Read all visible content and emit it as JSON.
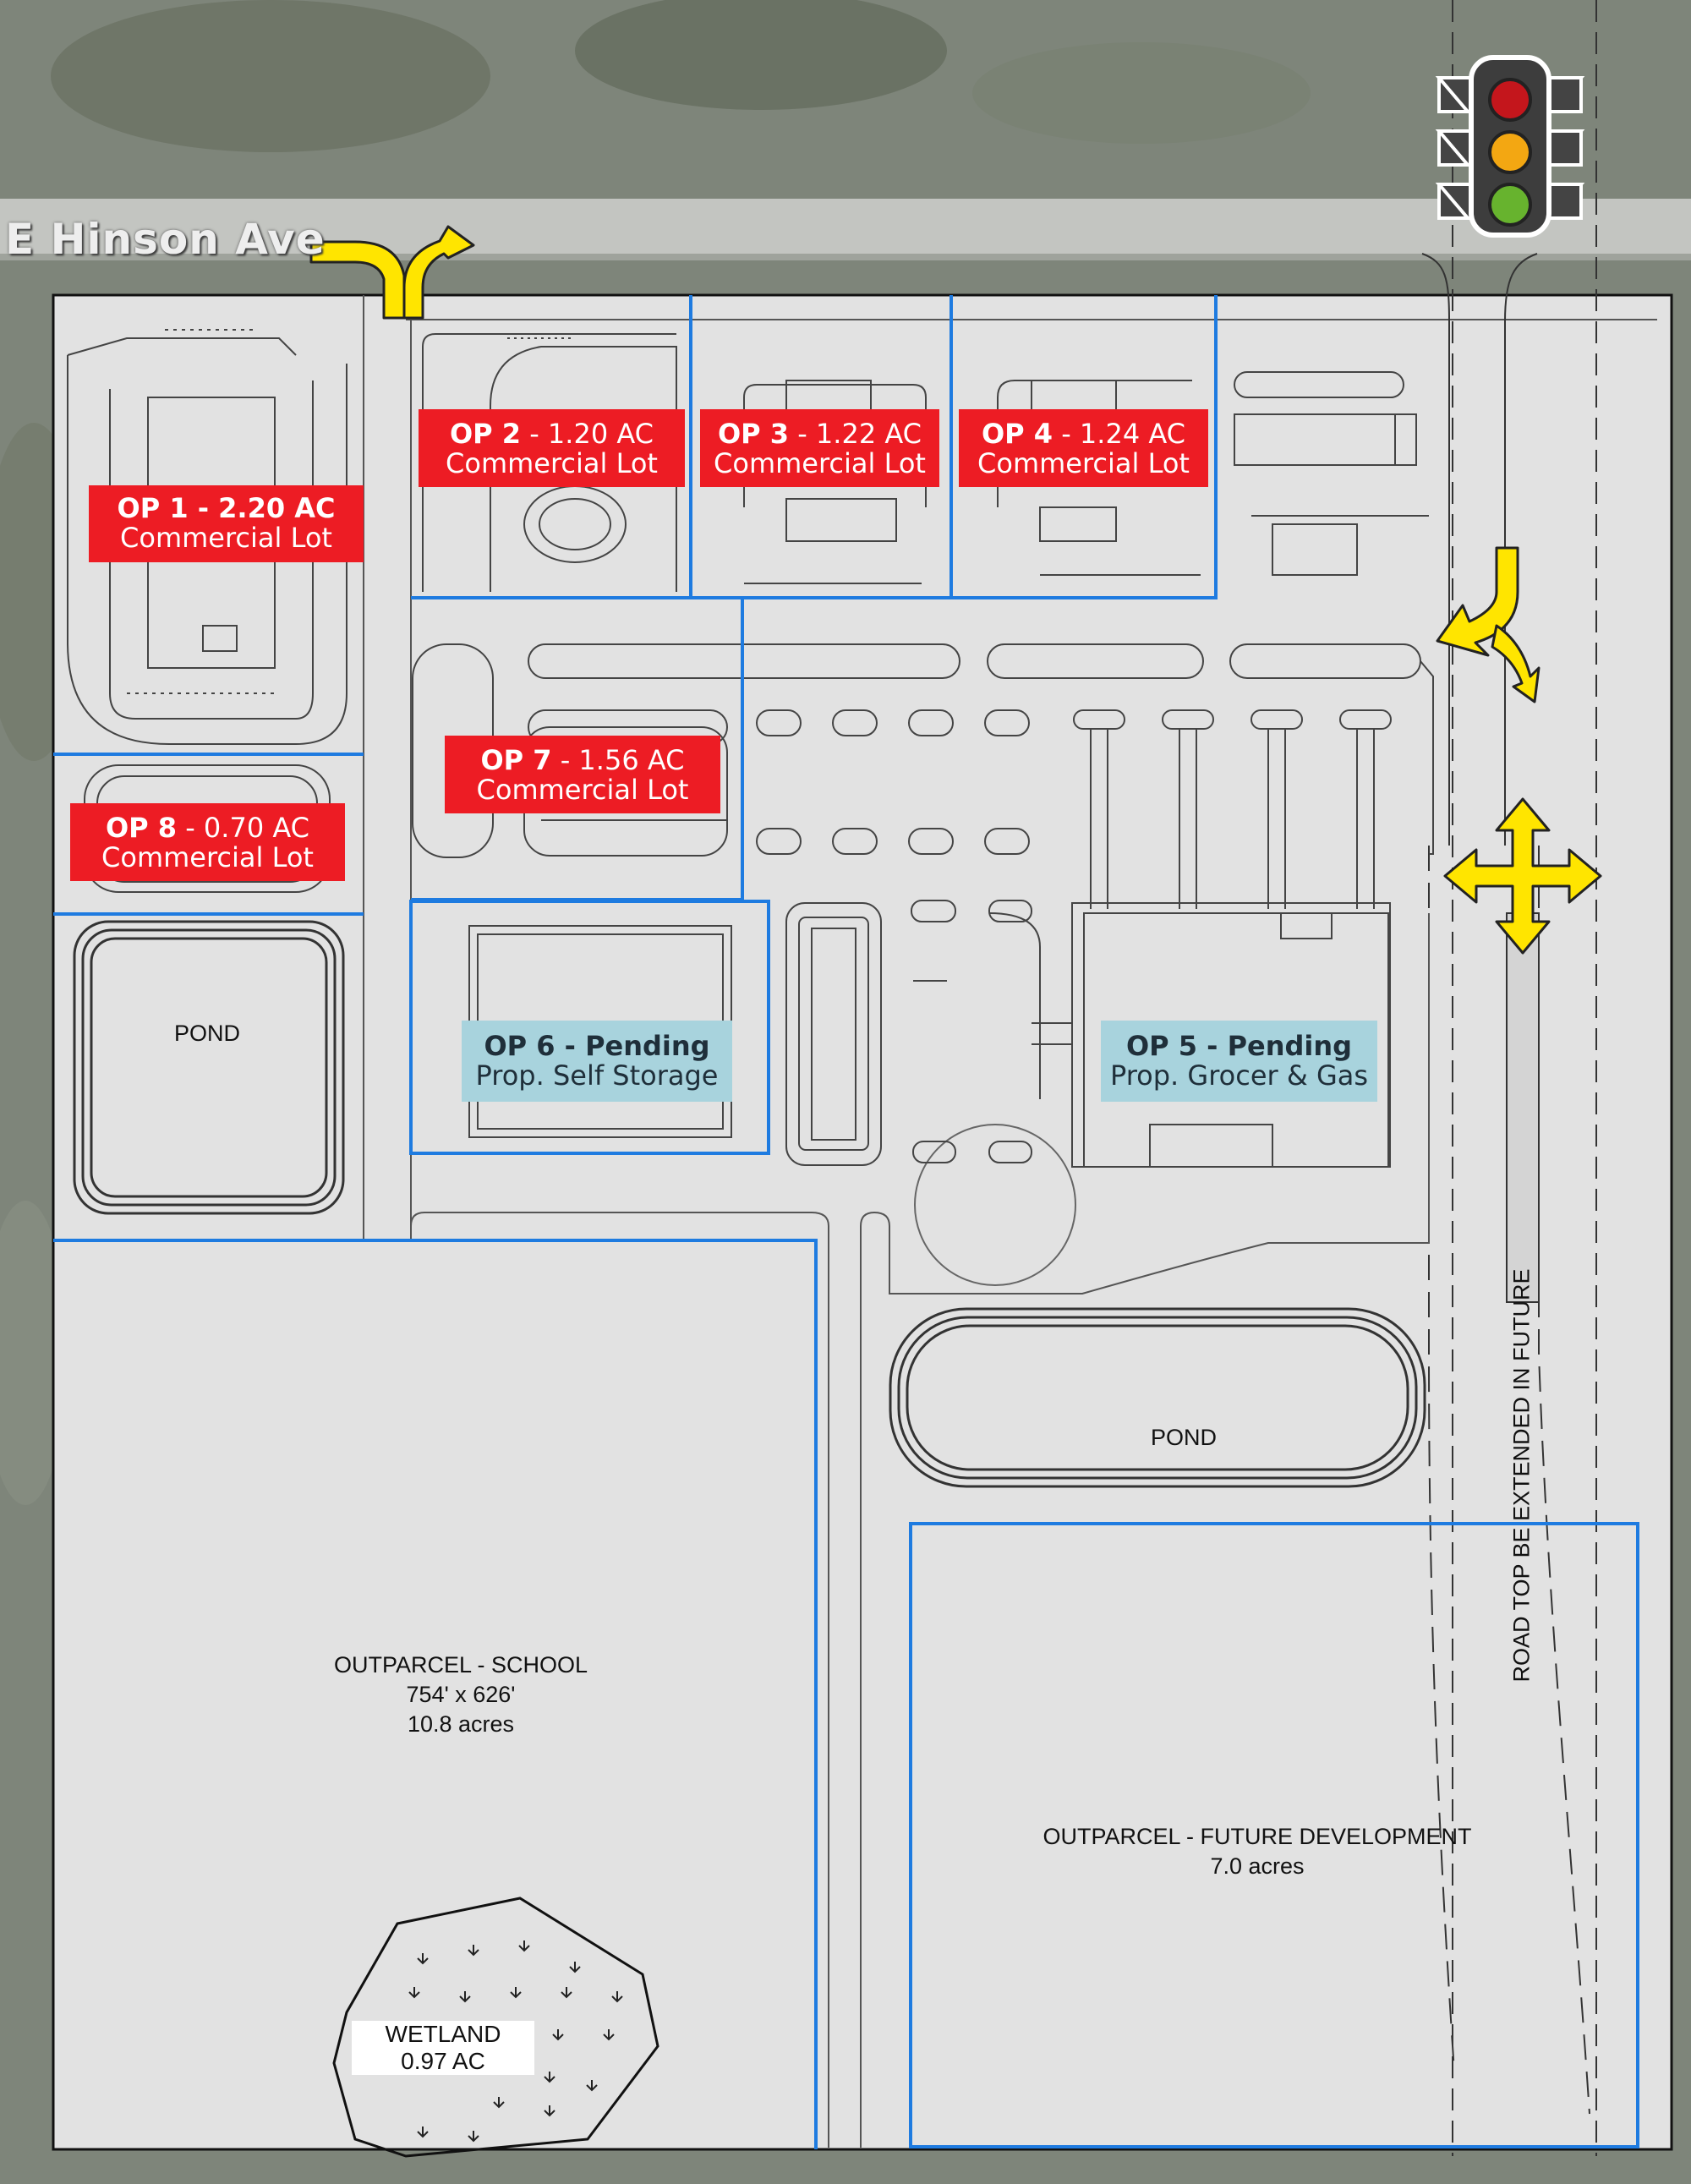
{
  "street_name": "E Hinson Ave",
  "road_note": "ROAD TOP BE EXTENDED IN FUTURE",
  "parcels": {
    "op1": {
      "title": "OP 1 - 2.20 AC",
      "subtitle": "Commercial Lot",
      "status": "sale"
    },
    "op2": {
      "id": "OP 2",
      "size": " - 1.20 AC",
      "subtitle": "Commercial Lot",
      "status": "sale"
    },
    "op3": {
      "id": "OP 3",
      "size": " - 1.22 AC",
      "subtitle": "Commercial Lot",
      "status": "sale"
    },
    "op4": {
      "id": "OP 4",
      "size": " - 1.24 AC",
      "subtitle": "Commercial Lot",
      "status": "sale"
    },
    "op5": {
      "title": "OP 5 - Pending",
      "subtitle": "Prop. Grocer & Gas",
      "status": "pending"
    },
    "op6": {
      "title": "OP 6 - Pending",
      "subtitle": "Prop. Self Storage",
      "status": "pending"
    },
    "op7": {
      "id": "OP 7",
      "size": " - 1.56 AC",
      "subtitle": "Commercial Lot",
      "status": "sale"
    },
    "op8": {
      "id": "OP 8",
      "size": " - 0.70 AC",
      "subtitle": "Commercial Lot",
      "status": "sale"
    }
  },
  "ponds": {
    "west": "POND",
    "east": "POND"
  },
  "outparcel_school": {
    "line1": "OUTPARCEL - SCHOOL",
    "line2": "754' x 626'",
    "line3": "10.8 acres"
  },
  "outparcel_future": {
    "line1": "OUTPARCEL - FUTURE DEVELOPMENT",
    "line2": "7.0 acres"
  },
  "wetland": {
    "line1": "WETLAND",
    "line2": "0.97 AC"
  },
  "colors": {
    "sale_label": "#ed1c24",
    "pending_label": "#a8d3dd",
    "parcel_boundary": "#1e7be0",
    "access_arrow": "#ffe500",
    "site_fill": "#e2e2e2"
  },
  "icons": [
    "traffic-light-icon",
    "right-in-right-out-arrow-icon",
    "left-in-arrow-icon",
    "full-access-arrow-icon"
  ]
}
